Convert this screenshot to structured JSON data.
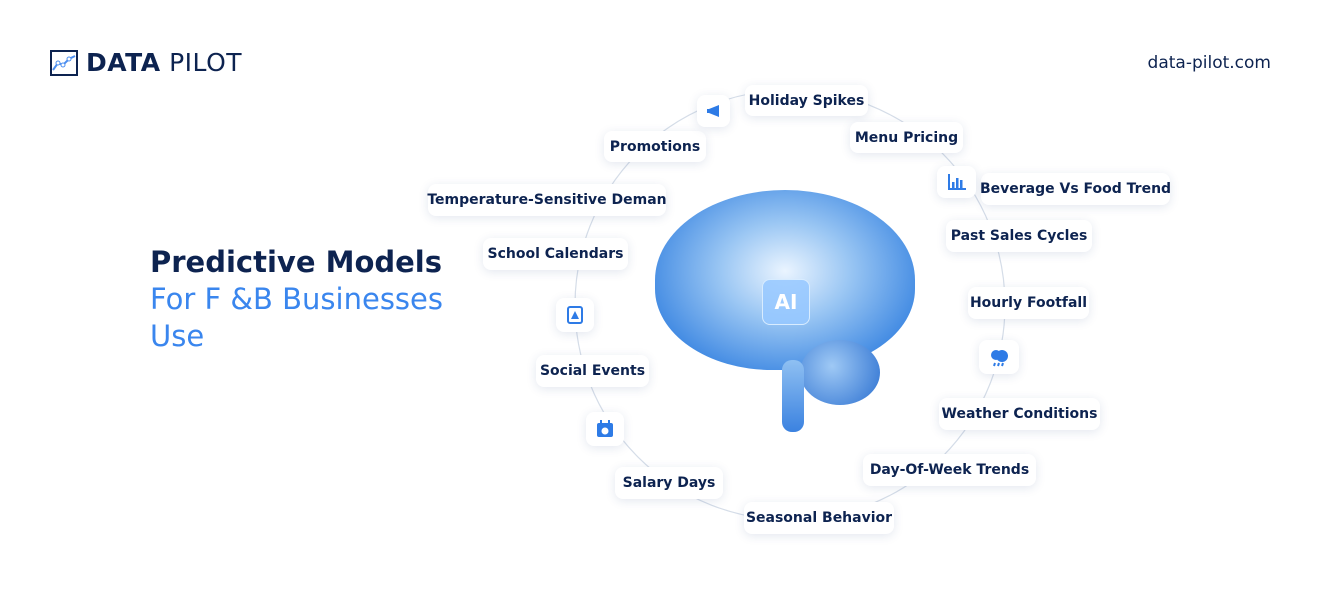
{
  "brand": {
    "logo_bold": "DATA",
    "logo_light": "PILOT",
    "website": "data-pilot.com"
  },
  "headline": {
    "line1": "Predictive Models",
    "line2": "For F &B Businesses",
    "line3": "Use"
  },
  "center": {
    "badge": "AI"
  },
  "factors": [
    "Holiday Spikes",
    "Promotions",
    "Menu Pricing",
    "Beverage Vs Food Trend",
    "Temperature-Sensitive Deman",
    "Past Sales Cycles",
    "School Calendars",
    "Hourly Footfall",
    "Social Events",
    "Weather Conditions",
    "Day-Of-Week Trends",
    "Salary Days",
    "Seasonal Behavior"
  ],
  "icons": [
    "megaphone-icon",
    "bar-chart-icon",
    "calendar-book-icon",
    "weather-icon",
    "calendar-dollar-icon"
  ],
  "colors": {
    "navy": "#0d2350",
    "accent": "#3a86ee"
  }
}
